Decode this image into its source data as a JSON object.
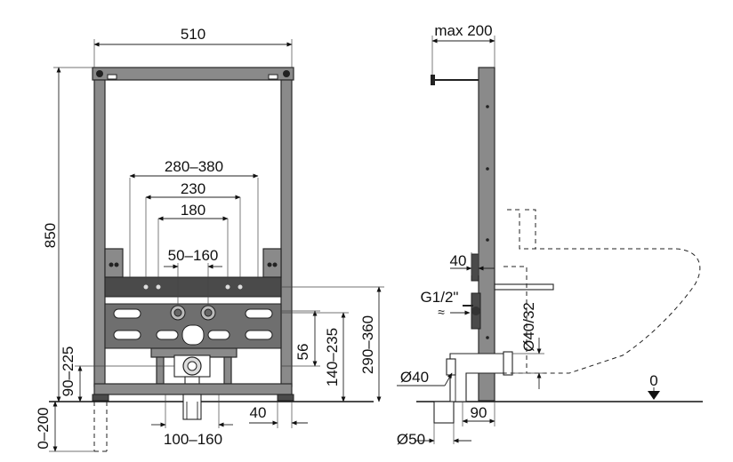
{
  "front_view": {
    "frame_width": "510",
    "frame_height": "850",
    "mount_span_outer": "280–380",
    "mount_span_mid": "230",
    "mount_span_inner": "180",
    "inlet_spacing": "50–160",
    "drain_height": "90–225",
    "inlet_height": "56",
    "support_height": "140–235",
    "bracket_height": "290–360",
    "foot_offset": "40",
    "drain_range": "100–160",
    "leg_extension": "0–200"
  },
  "side_view": {
    "wall_distance": "max 200",
    "bracket_depth": "40",
    "water_connection": "G1/2\"",
    "water_symbol": "≈",
    "inlet_diameter": "Ø40/32",
    "outlet_diameter": "Ø40",
    "drain_diameter": "Ø50",
    "frame_depth": "90",
    "floor_level": "0"
  }
}
